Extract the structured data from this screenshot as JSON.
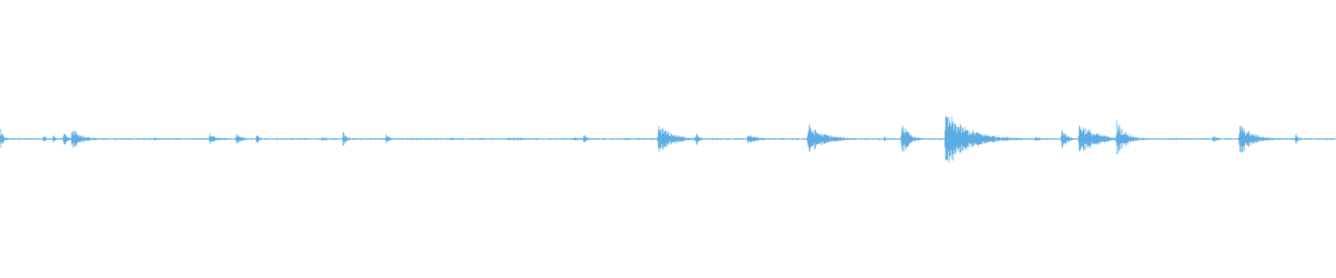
{
  "waveform": {
    "color": "#5dade2",
    "background": "#ffffff",
    "bursts": [
      {
        "t": 0.0005,
        "amp": 0.08,
        "dur": 0.004
      },
      {
        "t": 0.033,
        "amp": 0.05,
        "dur": 0.002
      },
      {
        "t": 0.04,
        "amp": 0.04,
        "dur": 0.002
      },
      {
        "t": 0.048,
        "amp": 0.06,
        "dur": 0.004
      },
      {
        "t": 0.054,
        "amp": 0.1,
        "dur": 0.012
      },
      {
        "t": 0.115,
        "amp": 0.015,
        "dur": 0.006
      },
      {
        "t": 0.157,
        "amp": 0.05,
        "dur": 0.008
      },
      {
        "t": 0.177,
        "amp": 0.05,
        "dur": 0.006
      },
      {
        "t": 0.192,
        "amp": 0.06,
        "dur": 0.003
      },
      {
        "t": 0.241,
        "amp": 0.02,
        "dur": 0.008
      },
      {
        "t": 0.257,
        "amp": 0.07,
        "dur": 0.004
      },
      {
        "t": 0.289,
        "amp": 0.05,
        "dur": 0.004
      },
      {
        "t": 0.338,
        "amp": 0.02,
        "dur": 0.004
      },
      {
        "t": 0.38,
        "amp": 0.015,
        "dur": 0.03
      },
      {
        "t": 0.43,
        "amp": 0.015,
        "dur": 0.01
      },
      {
        "t": 0.437,
        "amp": 0.05,
        "dur": 0.003
      },
      {
        "t": 0.493,
        "amp": 0.12,
        "dur": 0.018
      },
      {
        "t": 0.521,
        "amp": 0.06,
        "dur": 0.004
      },
      {
        "t": 0.56,
        "amp": 0.04,
        "dur": 0.012
      },
      {
        "t": 0.605,
        "amp": 0.12,
        "dur": 0.02
      },
      {
        "t": 0.662,
        "amp": 0.02,
        "dur": 0.004
      },
      {
        "t": 0.675,
        "amp": 0.16,
        "dur": 0.008
      },
      {
        "t": 0.708,
        "amp": 0.22,
        "dur": 0.03
      },
      {
        "t": 0.775,
        "amp": 0.02,
        "dur": 0.008
      },
      {
        "t": 0.795,
        "amp": 0.1,
        "dur": 0.006
      },
      {
        "t": 0.808,
        "amp": 0.14,
        "dur": 0.02
      },
      {
        "t": 0.836,
        "amp": 0.15,
        "dur": 0.012
      },
      {
        "t": 0.908,
        "amp": 0.03,
        "dur": 0.006
      },
      {
        "t": 0.928,
        "amp": 0.13,
        "dur": 0.016
      },
      {
        "t": 0.97,
        "amp": 0.05,
        "dur": 0.003
      }
    ]
  }
}
